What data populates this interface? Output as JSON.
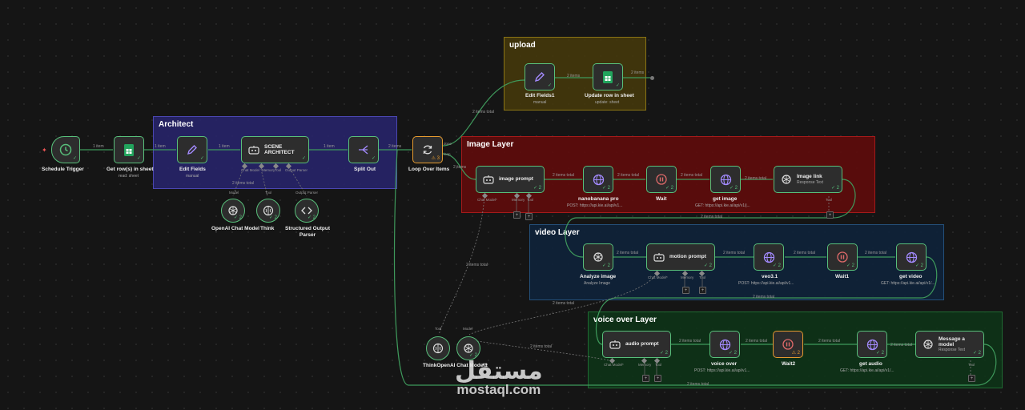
{
  "groups": {
    "upload": "upload",
    "architect": "Architect",
    "image": "Image Layer",
    "video": "video Layer",
    "voice": "voice over Layer"
  },
  "nodes": {
    "schedule_trigger": {
      "name": "Schedule Trigger"
    },
    "get_rows": {
      "name": "Get row(s) in sheet",
      "sub": "read: sheet"
    },
    "edit_fields": {
      "name": "Edit Fields",
      "sub": "manual"
    },
    "scene_architect": {
      "name": "SCENE ARCHITECT"
    },
    "split_out": {
      "name": "Split Out"
    },
    "loop_over_items": {
      "name": "Loop Over Items"
    },
    "openai_chat_model": {
      "name": "OpenAI Chat Model"
    },
    "think": {
      "name": "Think"
    },
    "structured_output_parser": {
      "name": "Structured Output Parser"
    },
    "edit_fields1": {
      "name": "Edit Fields1",
      "sub": "manual"
    },
    "update_row": {
      "name": "Update row in sheet",
      "sub": "update: sheet"
    },
    "image_prompt": {
      "name": "image prompt"
    },
    "nanobanana_pro": {
      "name": "nanobanana pro",
      "sub": "POST: https://api.kie.ai/api/v1..."
    },
    "wait": {
      "name": "Wait"
    },
    "get_image": {
      "name": "get image",
      "sub": "GET: https://api.kie.ai/api/v1/j..."
    },
    "image_link": {
      "name": "Image link",
      "sub": "Response Text"
    },
    "analyze_image": {
      "name": "Analyze image",
      "sub": "Analyze Image"
    },
    "motion_prompt": {
      "name": "motion prompt"
    },
    "veo31": {
      "name": "veo3.1",
      "sub": "POST: https://api.kie.ai/api/v1..."
    },
    "wait1": {
      "name": "Wait1"
    },
    "get_video": {
      "name": "get video",
      "sub": "GET: https://api.kie.ai/api/v1/..."
    },
    "audio_prompt": {
      "name": "audio prompt"
    },
    "voice_over": {
      "name": "voice over",
      "sub": "POST: https://api.kie.ai/api/v1..."
    },
    "wait2": {
      "name": "Wait2"
    },
    "get_audio": {
      "name": "get audio",
      "sub": "GET: https://api.kie.ai/api/v1/..."
    },
    "message_model": {
      "name": "Message a model",
      "sub": "Response Text"
    },
    "think_openai_bottom": {
      "name": "ThinkOpenAI Chat Model1"
    }
  },
  "edges": {
    "one_item": "1 item",
    "two_items": "2 items",
    "two_items_total": "2 items total",
    "done": "done",
    "loop": "loop"
  },
  "subs": {
    "chat_model": "Chat Model",
    "chat_model_req": "Chat Model*",
    "memory": "Memory",
    "tool": "Tool",
    "output_parser": "Output Parser",
    "model": "Model"
  },
  "badges": {
    "check": "✓",
    "check2": "✓ 2",
    "warn2": "⚠ 2",
    "warn3": "⚠ 3",
    "plus": "+"
  },
  "watermark": {
    "arabic": "مستقل",
    "latin": "mostaql.com"
  },
  "colors": {
    "success": "#58c07b",
    "warning": "#e59a2f"
  }
}
